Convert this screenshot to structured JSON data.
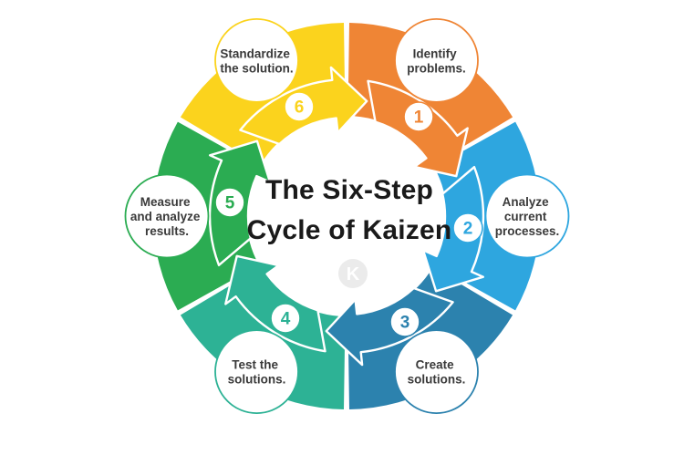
{
  "title": {
    "line1": "The Six-Step",
    "line2": "Cycle of Kaizen",
    "color": "#1a1a1a"
  },
  "label_color": "#3a3a3a",
  "background_color": "#ffffff",
  "watermark": {
    "letter": "K",
    "circle_color": "#ebebeb",
    "letter_color": "#ffffff"
  },
  "steps": [
    {
      "number": "1",
      "label": "Identify problems.",
      "label_lines": [
        "Identify",
        "problems."
      ],
      "color": "#EF8535"
    },
    {
      "number": "2",
      "label": "Analyze current processes.",
      "label_lines": [
        "Analyze",
        "current",
        "processes."
      ],
      "color": "#2EA6DF"
    },
    {
      "number": "3",
      "label": "Create solutions.",
      "label_lines": [
        "Create",
        "solutions."
      ],
      "color": "#2C82AE"
    },
    {
      "number": "4",
      "label": "Test the solutions.",
      "label_lines": [
        "Test the",
        "solutions."
      ],
      "color": "#2DB295"
    },
    {
      "number": "5",
      "label": "Measure and analyze results.",
      "label_lines": [
        "Measure",
        "and analyze",
        "results."
      ],
      "color": "#2BAC52"
    },
    {
      "number": "6",
      "label": "Standardize the solution.",
      "label_lines": [
        "Standardize",
        "the solution."
      ],
      "color": "#FBD31D"
    }
  ]
}
